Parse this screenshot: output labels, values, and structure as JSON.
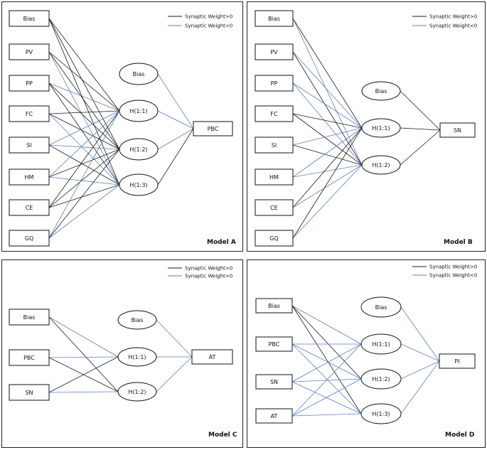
{
  "colors": {
    "positive": "#1a1a1a",
    "negative": "#5b7fc4",
    "border": "#222222"
  },
  "legend": {
    "positive": "Synaptic Weight>0",
    "negative": "Synaptic Weight<0"
  },
  "panels": [
    {
      "id": "A",
      "title": "Model A",
      "inputs": [
        "Bias",
        "PV",
        "PP",
        "FC",
        "SI",
        "HM",
        "CE",
        "GQ"
      ],
      "hiddenBias": "Bias",
      "hidden": [
        "H(1:1)",
        "H(1:2)",
        "H(1:3)"
      ],
      "output": "PBC",
      "inputSigns": [
        [
          "+",
          "+",
          "+"
        ],
        [
          "+",
          "+",
          "-"
        ],
        [
          "-",
          "+",
          "+"
        ],
        [
          "+",
          "+",
          "-"
        ],
        [
          "-",
          "-",
          "+"
        ],
        [
          "-",
          "+",
          "-"
        ],
        [
          "+",
          "+",
          "+"
        ],
        [
          "-",
          "+",
          "-"
        ]
      ],
      "biasSign": "-",
      "outputSigns": [
        "-",
        "-",
        "+"
      ]
    },
    {
      "id": "B",
      "title": "Model B",
      "inputs": [
        "Bias",
        "PV",
        "PP",
        "FC",
        "SI",
        "HM",
        "CE",
        "GQ"
      ],
      "hiddenBias": "Bias",
      "hidden": [
        "H(1:1)",
        "H(1:2)"
      ],
      "output": "SN",
      "inputSigns": [
        [
          "+",
          "-"
        ],
        [
          "-",
          "+"
        ],
        [
          "-",
          "-"
        ],
        [
          "+",
          "+"
        ],
        [
          "-",
          "+"
        ],
        [
          "-",
          "-"
        ],
        [
          "+",
          "-"
        ],
        [
          "+",
          "-"
        ]
      ],
      "biasSign": "+",
      "outputSigns": [
        "+",
        "+"
      ]
    },
    {
      "id": "C",
      "title": "Model C",
      "inputs": [
        "Bias",
        "PBC",
        "SN"
      ],
      "hiddenBias": "Bias",
      "hidden": [
        "H(1:1)",
        "H(1:2)"
      ],
      "output": "AT",
      "inputSigns": [
        [
          "-",
          "+"
        ],
        [
          "-",
          "+"
        ],
        [
          "+",
          "-"
        ]
      ],
      "biasSign": "-",
      "outputSigns": [
        "-",
        "-"
      ]
    },
    {
      "id": "D",
      "title": "Model D",
      "inputs": [
        "Bias",
        "PBC",
        "SN",
        "AT"
      ],
      "hiddenBias": "Bias",
      "hidden": [
        "H(1:1)",
        "H(1:2)",
        "H(1:3)"
      ],
      "output": "PI",
      "inputSigns": [
        [
          "-",
          "+",
          "+"
        ],
        [
          "-",
          "-",
          "-"
        ],
        [
          "-",
          "-",
          "-"
        ],
        [
          "-",
          "-",
          "-"
        ]
      ],
      "biasSign": "-",
      "outputSigns": [
        "-",
        "-",
        "-"
      ]
    }
  ]
}
